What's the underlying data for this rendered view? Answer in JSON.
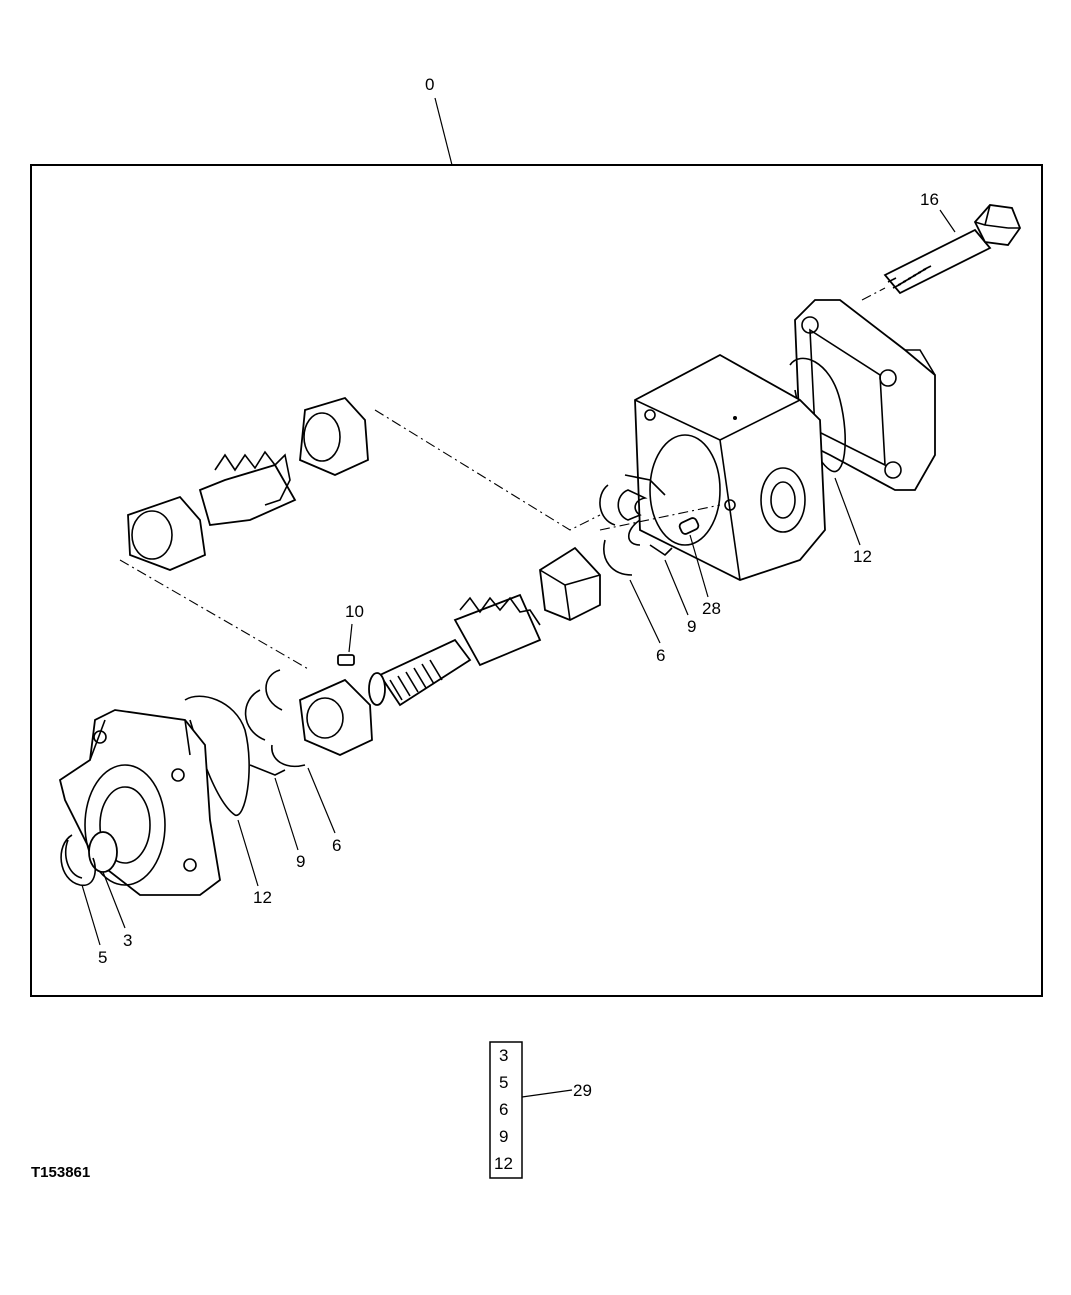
{
  "diagram": {
    "figure_id": "T153861",
    "assembly_callout": "0",
    "callouts": {
      "c16": "16",
      "c12_right": "12",
      "c28": "28",
      "c9_right": "9",
      "c6_right": "6",
      "c10": "10",
      "c9_left": "9",
      "c6_left": "6",
      "c12_left": "12",
      "c3": "3",
      "c5": "5"
    },
    "kit": {
      "callout": "29",
      "items": [
        "3",
        "5",
        "6",
        "9",
        "12"
      ]
    }
  }
}
